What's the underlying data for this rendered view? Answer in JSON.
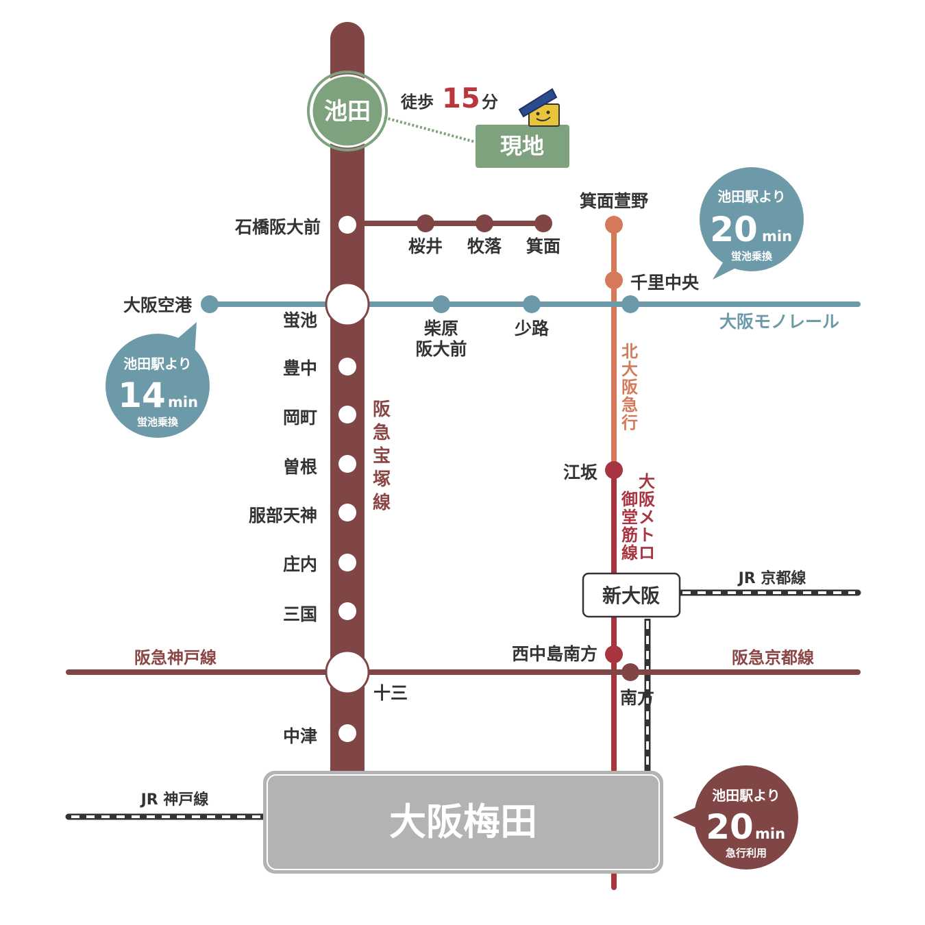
{
  "stations": {
    "ikeda": "池田",
    "site": "現地",
    "ishibashi": "石橋阪大前",
    "sakurai": "桜井",
    "makiochi": "牧落",
    "minoh": "箕面",
    "hotarugaike": "蛍池",
    "toyonaka": "豊中",
    "okamachi": "岡町",
    "sone": "曽根",
    "hattori": "服部天神",
    "shonai": "庄内",
    "mikuni": "三国",
    "juso": "十三",
    "nakatsu": "中津",
    "umeda": "大阪梅田",
    "osaka_airport": "大阪空港",
    "shibahara_1": "柴原",
    "shibahara_2": "阪大前",
    "shoji": "少路",
    "minoh_kayano": "箕面萱野",
    "senri_chuo": "千里中央",
    "esaka": "江坂",
    "shin_osaka": "新大阪",
    "nishinakajima": "西中島南方",
    "minamikata": "南方"
  },
  "lines": {
    "takarazuka": [
      "阪",
      "急",
      "宝",
      "塚",
      "線"
    ],
    "monorail": "大阪モノレール",
    "kita_osaka": [
      "北",
      "大",
      "阪",
      "急",
      "行"
    ],
    "midosuji_1": [
      "大",
      "阪",
      "メ",
      "ト",
      "ロ"
    ],
    "midosuji_2": [
      "御",
      "堂",
      "筋",
      "線"
    ],
    "hankyu_kobe": "阪急神戸線",
    "hankyu_kyoto": "阪急京都線",
    "jr_kyoto": "JR 京都線",
    "jr_kobe": "JR 神戸線"
  },
  "walk": {
    "prefix": "徒歩",
    "minutes": "15",
    "unit": "分"
  },
  "bubbles": {
    "airport": {
      "from": "池田駅より",
      "minutes": "14",
      "unit": "min",
      "note": "蛍池乗換"
    },
    "monorail": {
      "from": "池田駅より",
      "minutes": "20",
      "unit": "min",
      "note": "蛍池乗換"
    },
    "umeda": {
      "from": "池田駅より",
      "minutes": "20",
      "unit": "min",
      "note": "急行利用"
    }
  },
  "colors": {
    "hankyu": "#804545",
    "monorail": "#6d9aa9",
    "kita_osaka": "#d47a5a",
    "midosuji": "#a8343f",
    "ikeda_green": "#7fa27e",
    "umeda_gray": "#b3b3b3",
    "walk_red": "#b8363c"
  }
}
